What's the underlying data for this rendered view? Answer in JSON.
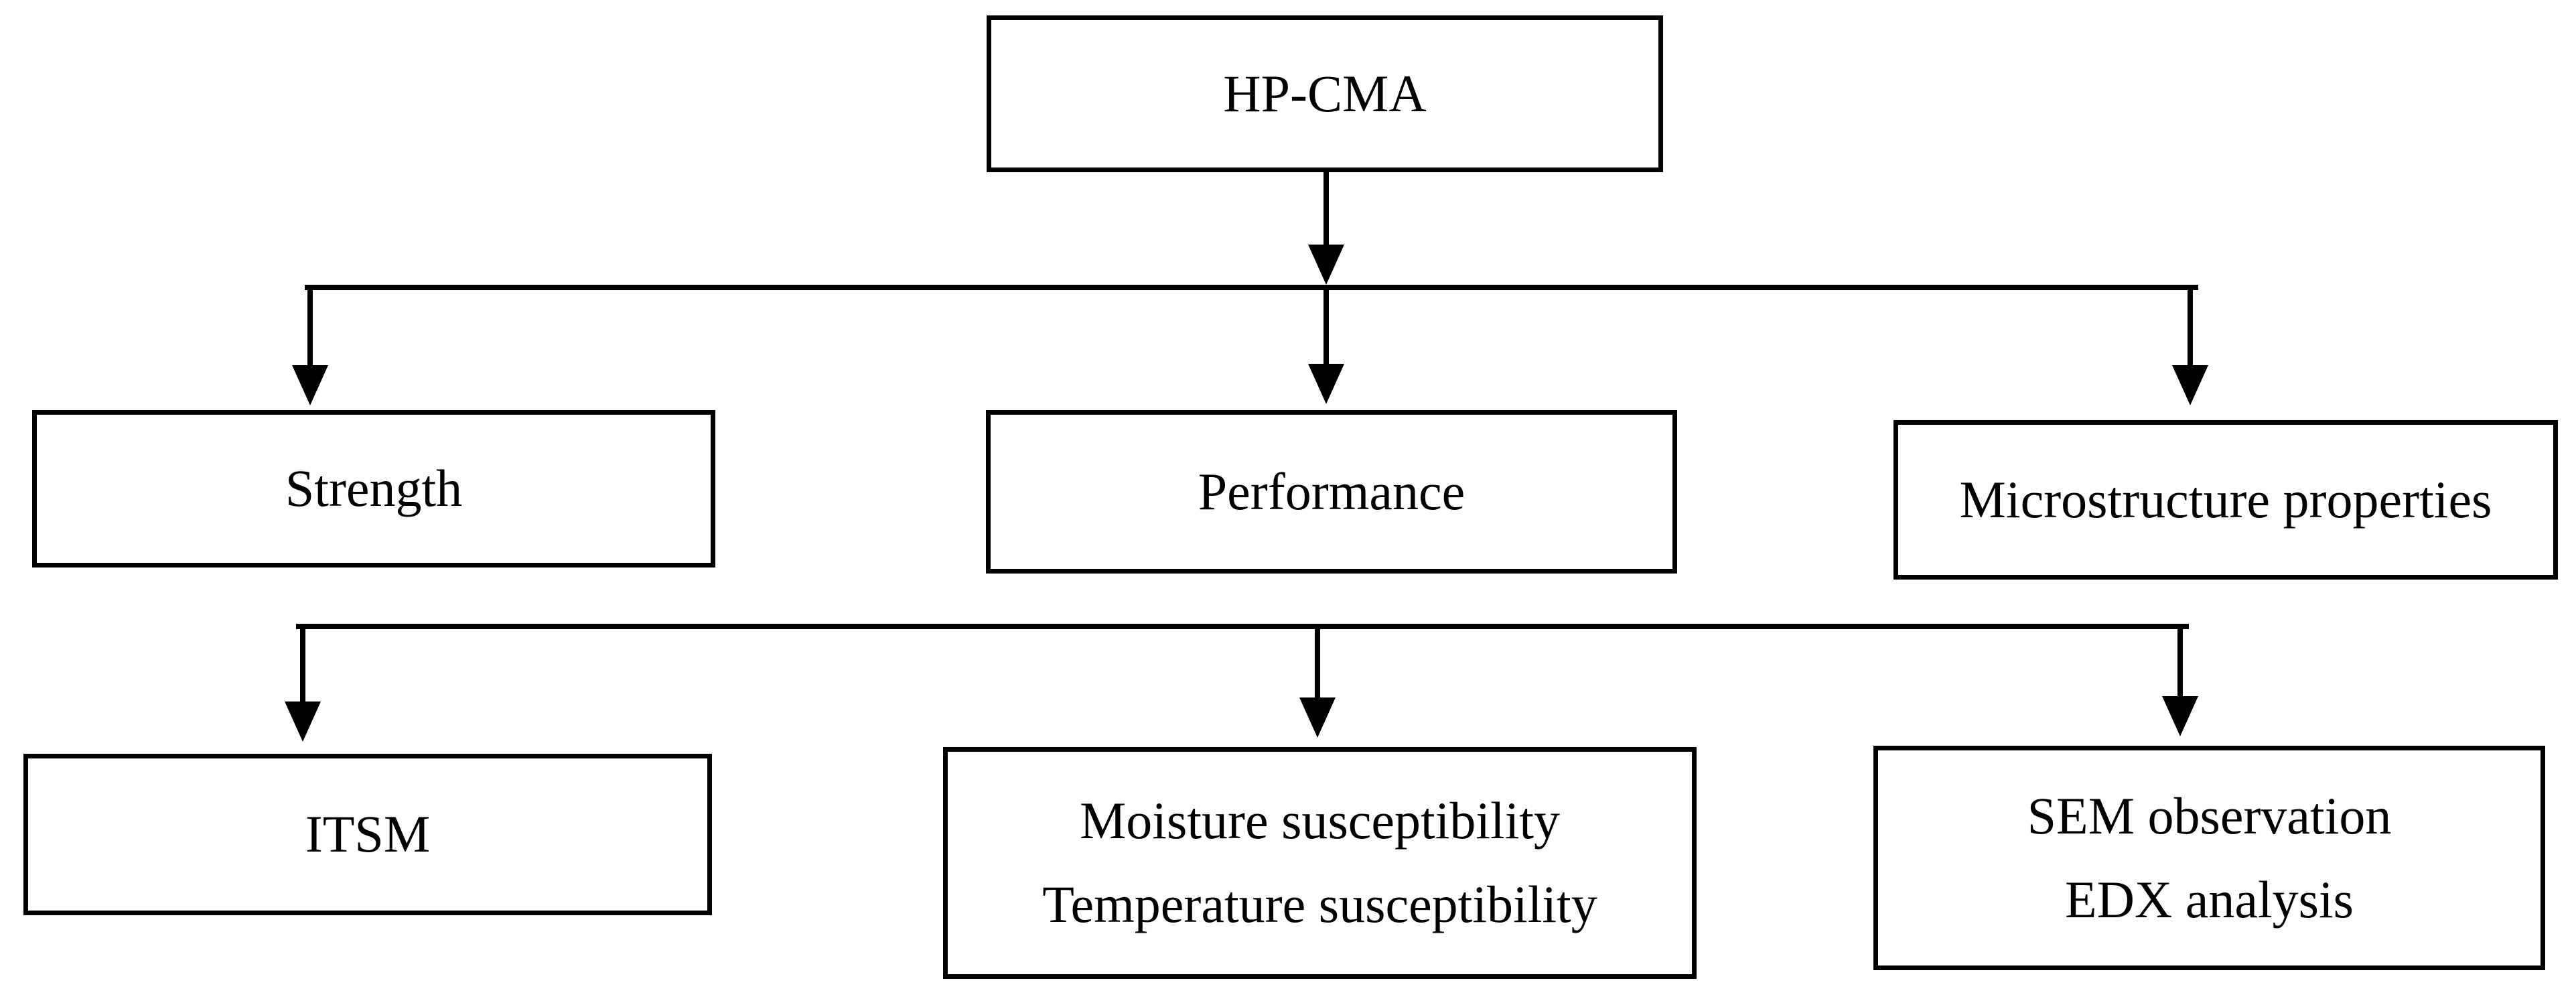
{
  "diagram": {
    "root": {
      "label": "HP-CMA"
    },
    "level2": {
      "strength": {
        "label": "Strength"
      },
      "performance": {
        "label": "Performance"
      },
      "microstructure": {
        "label": "Microstructure properties"
      }
    },
    "level3": {
      "itsm": {
        "line1": "ITSM"
      },
      "performance_tests": {
        "line1": "Moisture susceptibility",
        "line2": "Temperature susceptibility"
      },
      "microstructure_tests": {
        "line1": "SEM observation",
        "line2": "EDX analysis"
      }
    },
    "colors": {
      "ink": "#000000",
      "paper": "#ffffff"
    }
  }
}
